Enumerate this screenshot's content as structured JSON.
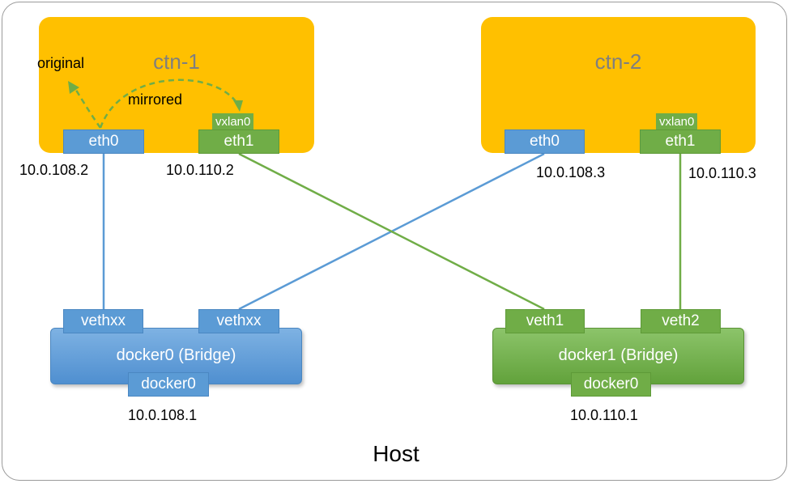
{
  "host": {
    "label": "Host"
  },
  "ctn1": {
    "title": "ctn-1",
    "eth0": {
      "label": "eth0",
      "ip": "10.0.108.2"
    },
    "eth1": {
      "label": "eth1",
      "tag": "vxlan0",
      "ip": "10.0.110.2"
    },
    "annotations": {
      "original": "original",
      "mirrored": "mirrored"
    }
  },
  "ctn2": {
    "title": "ctn-2",
    "eth0": {
      "label": "eth0",
      "ip": "10.0.108.3"
    },
    "eth1": {
      "label": "eth1",
      "tag": "vxlan0",
      "ip": "10.0.110.3"
    }
  },
  "docker0": {
    "title": "docker0 (Bridge)",
    "port_left": "vethxx",
    "port_right": "vethxx",
    "bottom": "docker0",
    "ip": "10.0.108.1"
  },
  "docker1": {
    "title": "docker1 (Bridge)",
    "port_left": "veth1",
    "port_right": "veth2",
    "bottom": "docker0",
    "ip": "10.0.110.1"
  },
  "colors": {
    "container": "#ffc000",
    "blue": "#5b9bd5",
    "green": "#70ad47",
    "title_gray": "#7f7f7f"
  }
}
